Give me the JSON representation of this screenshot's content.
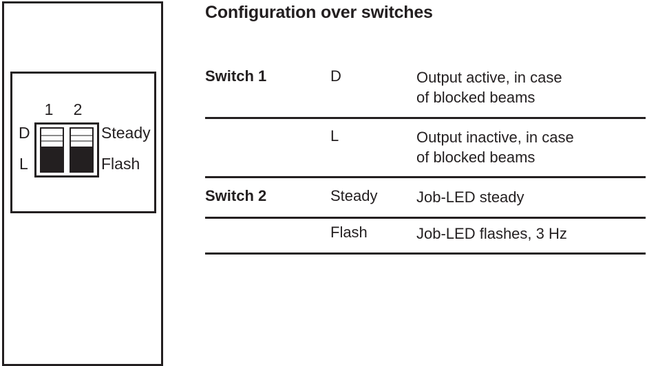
{
  "illustration": {
    "panel_name": "device-front-panel",
    "switch_numbers": [
      "1",
      "2"
    ],
    "left_labels": [
      "D",
      "L"
    ],
    "right_labels": [
      "Steady",
      "Flash"
    ],
    "dip_switch": {
      "count": 2,
      "positions": [
        "L",
        "L"
      ],
      "lever_color": "#231f20",
      "body_color": "#ffffff"
    }
  },
  "table": {
    "title": "Configuration over switches",
    "rows": [
      {
        "switch": "Switch 1",
        "position": "D",
        "description_line1": "Output active, in case",
        "description_line2": "of blocked beams"
      },
      {
        "switch": "",
        "position": "L",
        "description_line1": "Output inactive, in case",
        "description_line2": "of blocked beams"
      },
      {
        "switch": "Switch 2",
        "position": "Steady",
        "description_line1": "Job-LED steady",
        "description_line2": ""
      },
      {
        "switch": "",
        "position": "Flash",
        "description_line1": "Job-LED flashes, 3 Hz",
        "description_line2": ""
      }
    ]
  },
  "colors": {
    "ink": "#231f20",
    "background": "#ffffff",
    "ridge": "#8a8a8a"
  }
}
